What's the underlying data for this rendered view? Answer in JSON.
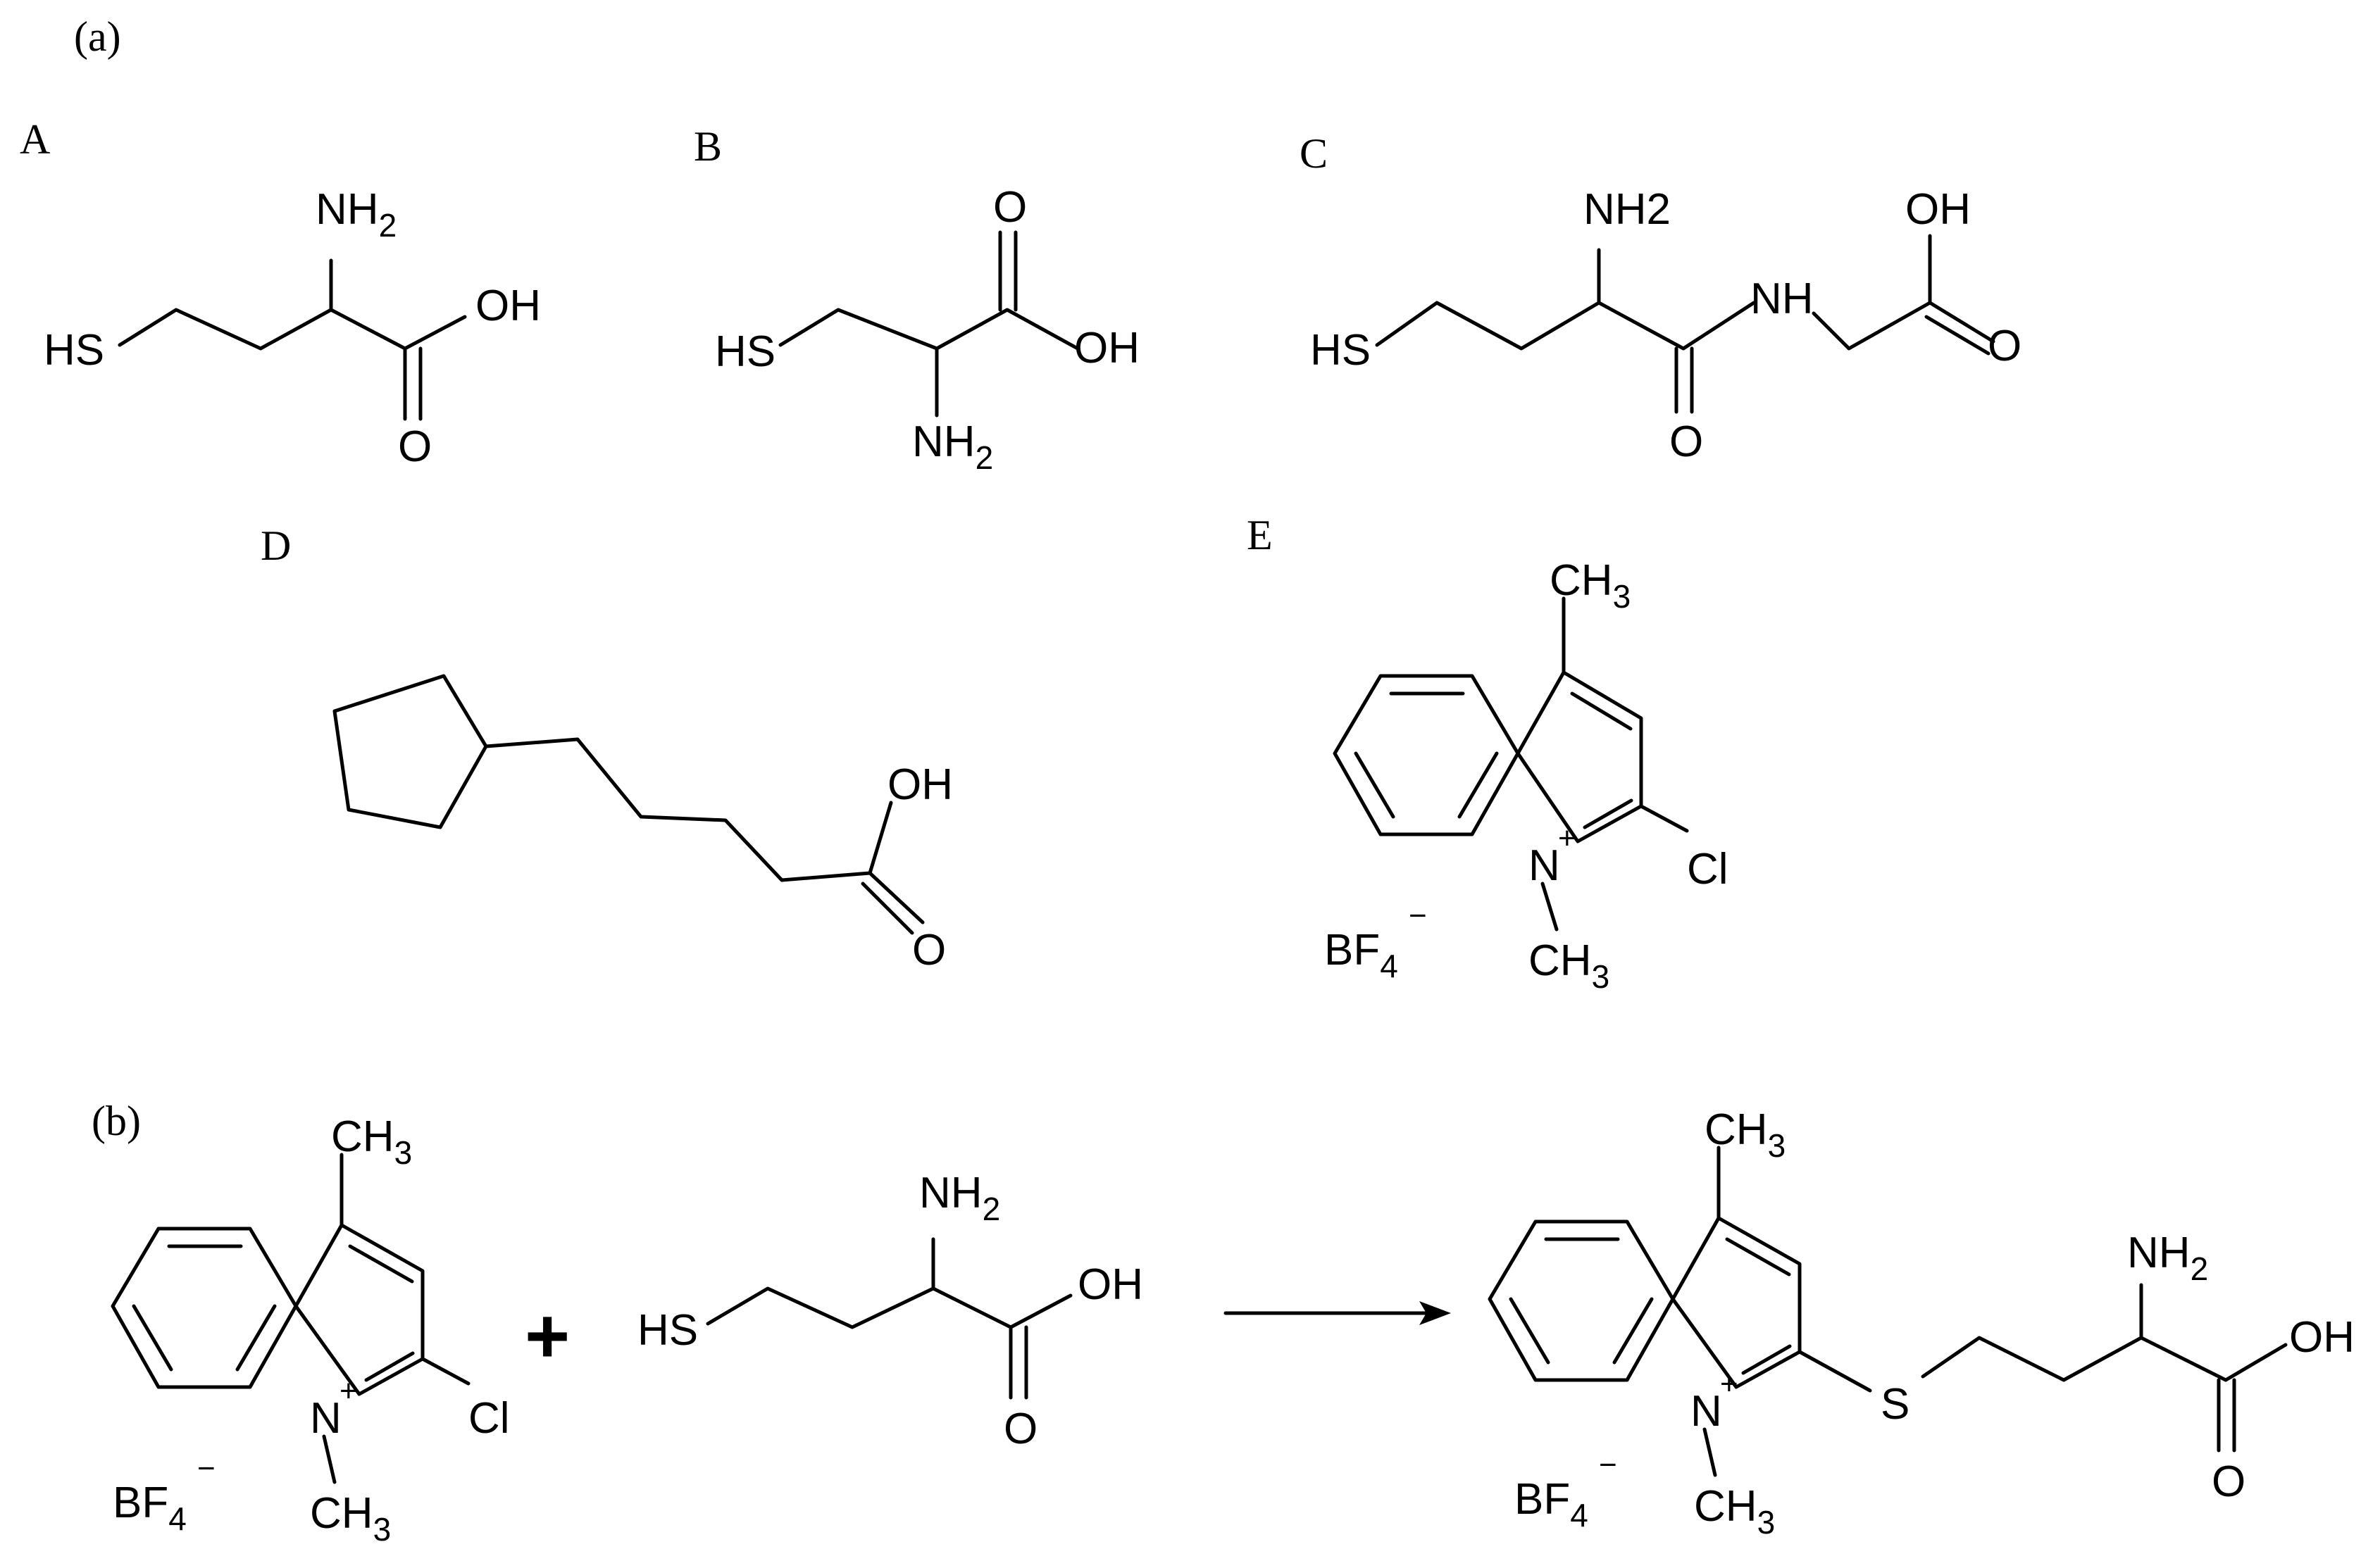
{
  "panels": {
    "a": "(a)",
    "b": "(b)"
  },
  "compounds": {
    "A": "A",
    "B": "B",
    "C": "C",
    "D": "D",
    "E": "E"
  },
  "atoms": {
    "nh2": "NH2",
    "oh": "OH",
    "o": "O",
    "hs": "HS",
    "nh": "NH",
    "ch3": "CH3",
    "n": "N",
    "cl": "Cl",
    "s": "S",
    "bf4": "BF4",
    "cation": "+",
    "anion": "−"
  },
  "reaction": {
    "plus": "+"
  },
  "colors": {
    "ink": "#000000",
    "background": "#ffffff"
  }
}
